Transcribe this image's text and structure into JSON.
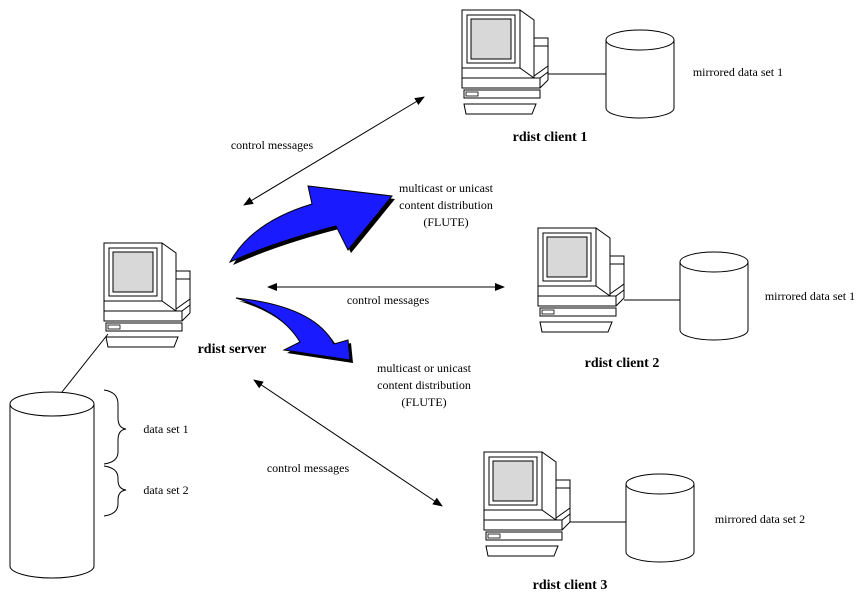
{
  "server": {
    "label": "rdist server"
  },
  "clients": [
    {
      "label": "rdist client 1",
      "mirror_label": "mirrored data set 1"
    },
    {
      "label": "rdist client 2",
      "mirror_label": "mirrored data set 1"
    },
    {
      "label": "rdist client 3",
      "mirror_label": "mirrored data set 2"
    }
  ],
  "server_storage": {
    "datasets": [
      "data set 1",
      "data set 2"
    ]
  },
  "links": {
    "control_label": "control messages",
    "distribution_label_lines": [
      "multicast or unicast",
      "content distribution",
      "(FLUTE)"
    ]
  },
  "colors": {
    "distribution_arrow": "#1a1aff",
    "monitor_screen": "#d8d8d8"
  }
}
